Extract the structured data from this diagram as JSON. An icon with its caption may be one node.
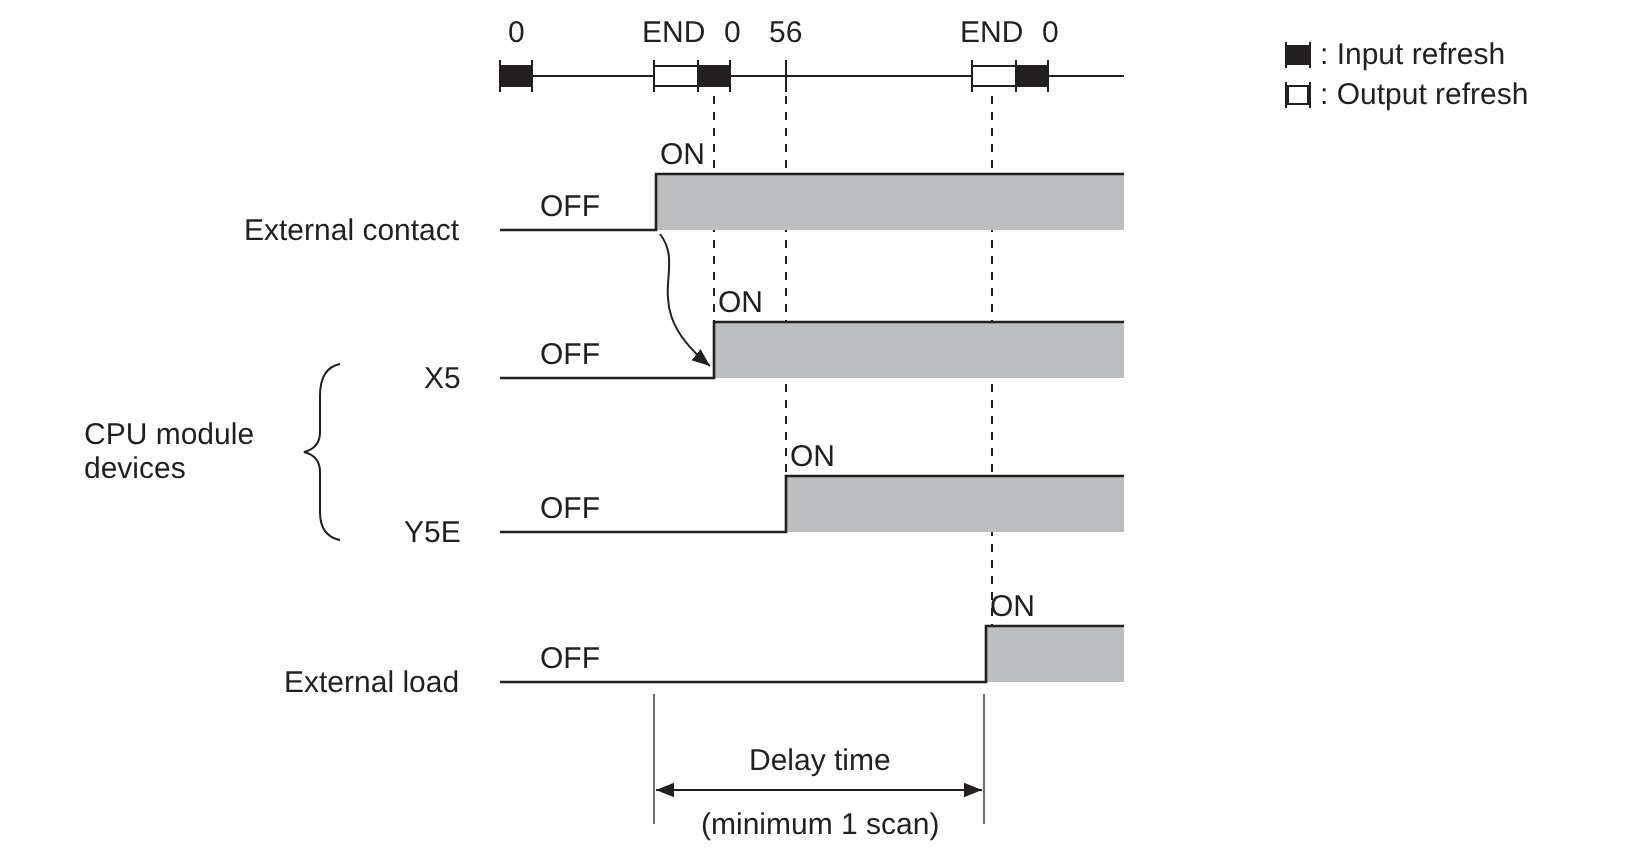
{
  "diagram": {
    "nodes": [
      {
        "text": [
          "ON",
          "OFF"
        ],
        "beside": [
          "External contact"
        ]
      },
      {
        "text": [
          "ON",
          "OFF"
        ],
        "beside": [
          "X5"
        ]
      },
      {
        "text": [
          "ON",
          "OFF"
        ],
        "beside": [
          "Y5E"
        ]
      },
      {
        "text": [
          "ON",
          "OFF"
        ],
        "beside": [
          "External load"
        ]
      }
    ],
    "edges": [
      {
        "from": 0,
        "to": 1,
        "arrow": "to"
      }
    ],
    "labels": [
      "0",
      "END",
      "0",
      "56",
      "END",
      "0",
      "CPU module devices",
      "Delay time",
      "(minimum 1 scan)"
    ],
    "legend": [
      {
        "text": ": Input refresh"
      },
      {
        "text": ": Output refresh"
      }
    ]
  }
}
